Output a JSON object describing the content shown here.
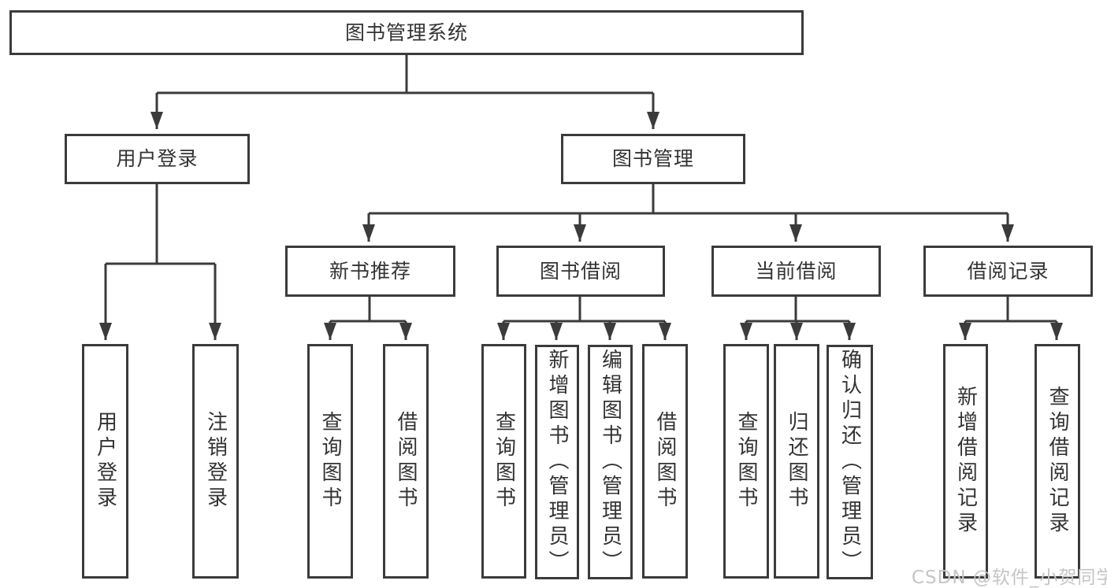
{
  "canvas": {
    "background": "#ffffff",
    "line_color": "#3b3b3b",
    "text_color": "#333333",
    "watermark_color": "#c5c5c5"
  },
  "tree": {
    "root": "图书管理系统",
    "branches": [
      {
        "label": "用户登录",
        "children": [
          "用户登录",
          "注销登录"
        ]
      },
      {
        "label": "图书管理",
        "groups": [
          {
            "label": "新书推荐",
            "children": [
              "查询图书",
              "借阅图书"
            ]
          },
          {
            "label": "图书借阅",
            "children": [
              "查询图书",
              "新增图书（管理员）",
              "编辑图书（管理员）",
              "借阅图书"
            ]
          },
          {
            "label": "当前借阅",
            "children": [
              "查询图书",
              "归还图书",
              "确认归还（管理员）"
            ]
          },
          {
            "label": "借阅记录",
            "children": [
              "新增借阅记录",
              "查询借阅记录"
            ]
          }
        ]
      }
    ]
  },
  "watermark": "CSDN @软件_小贺同学"
}
